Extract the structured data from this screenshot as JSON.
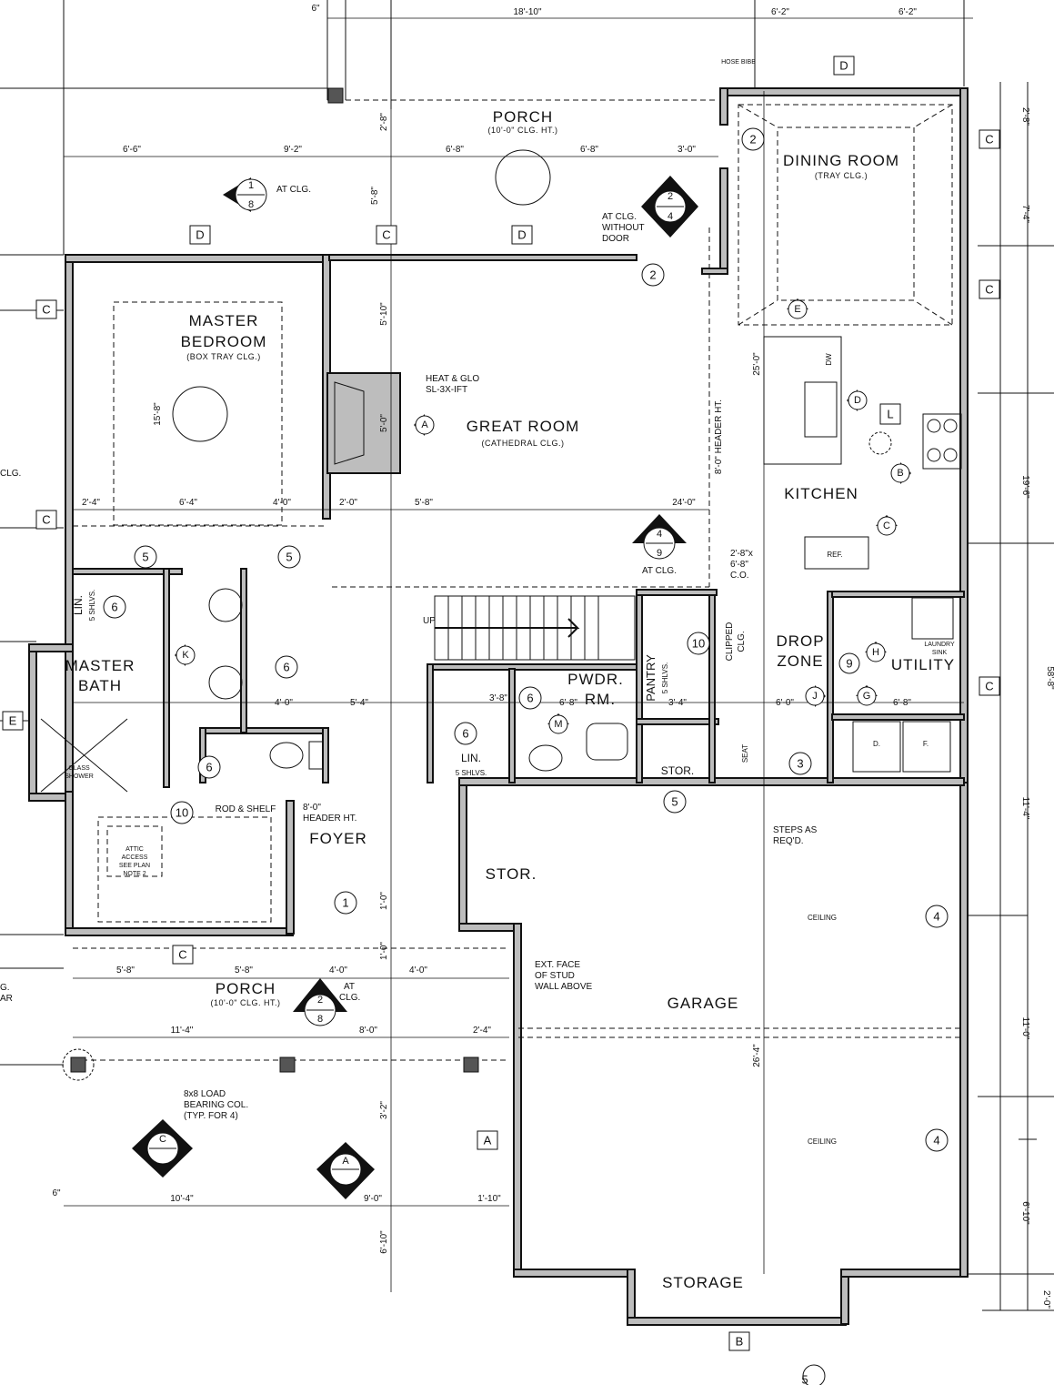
{
  "rooms": {
    "porch_top": "PORCH",
    "porch_top_sub": "(10'-0\" CLG. HT.)",
    "dining": "DINING ROOM",
    "dining_sub": "(TRAY CLG.)",
    "master_bedroom_1": "MASTER",
    "master_bedroom_2": "BEDROOM",
    "master_bedroom_sub": "(BOX TRAY CLG.)",
    "great_room": "GREAT ROOM",
    "great_room_sub": "(CATHEDRAL CLG.)",
    "kitchen": "KITCHEN",
    "master_bath_1": "MASTER",
    "master_bath_2": "BATH",
    "pwdr_1": "PWDR.",
    "pwdr_2": "RM.",
    "drop_zone_1": "DROP",
    "drop_zone_2": "ZONE",
    "utility": "UTILITY",
    "foyer": "FOYER",
    "stor_foyer": "STOR.",
    "garage": "GARAGE",
    "porch_bottom": "PORCH",
    "porch_bottom_sub": "(10'-0\" CLG. HT.)",
    "storage": "STORAGE",
    "stor_small": "STOR.",
    "pantry": "PANTRY",
    "pantry_sub": "5 SHLVS.",
    "lin_1": "LIN.",
    "lin_1_sub": "5 SHLVS.",
    "lin_2": "LIN.",
    "lin_2_sub": "5 SHLVS."
  },
  "notes": {
    "hose_bibb": "HOSE BIBB",
    "at_clg_1": "AT CLG.",
    "at_clg_without_door_1": "AT CLG.",
    "at_clg_without_door_2": "WITHOUT",
    "at_clg_without_door_3": "DOOR",
    "heat_glo_1": "HEAT & GLO",
    "heat_glo_2": "SL-3X-IFT",
    "header_ht_vertical": "8'-0\" HEADER HT.",
    "at_clg_2": "AT CLG.",
    "co_1": "2'-8\"x",
    "co_2": "6'-8\"",
    "co_3": "C.O.",
    "clipped_clg_1": "CLIPPED",
    "clipped_clg_2": "CLG.",
    "laundry_sink_1": "LAUNDRY",
    "laundry_sink_2": "SINK",
    "rod_shelf": "ROD & SHELF",
    "header_ht_1": "8'-0\"",
    "header_ht_2": "HEADER HT.",
    "attic_1": "ATTIC",
    "attic_2": "ACCESS",
    "attic_3": "SEE PLAN",
    "attic_4": "NOTE 2",
    "glass_shower_1": "GLASS",
    "glass_shower_2": "SHOWER",
    "steps_1": "STEPS AS",
    "steps_2": "REQ'D.",
    "ext_face_1": "EXT. FACE",
    "ext_face_2": "OF STUD",
    "ext_face_3": "WALL ABOVE",
    "at_clg_3": "AT",
    "at_clg_4": "CLG.",
    "ceiling_1": "CEILING",
    "ceiling_2": "CEILING",
    "load_col_1": "8x8 LOAD",
    "load_col_2": "BEARING COL.",
    "load_col_3": "(TYP. FOR 4)",
    "ref": "REF.",
    "dw": "DW",
    "up_1": "UP",
    "up_2": "UP",
    "seat": "SEAT",
    "washer": "D.",
    "dryer": "F.",
    "clg_left": "CLG.",
    "clg_left2": "G.",
    "clg_left3": "AR"
  },
  "dimensions": {
    "top_1": "18'-10\"",
    "top_2": "6'-2\"",
    "top_3": "6'-2\"",
    "top_6": "6\"",
    "row2_1": "6'-6\"",
    "row2_2": "9'-2\"",
    "row2_3": "6'-8\"",
    "row2_4": "6'-8\"",
    "row2_5": "3'-0\"",
    "v_2_8": "2'-8\"",
    "v_5_8": "5'-8\"",
    "v_5_10": "5'-10\"",
    "v_5_0": "5'-0\"",
    "v_15_8": "15'-8\"",
    "v_25_0": "25'-0\"",
    "mid_1": "2'-4\"",
    "mid_2": "6'-4\"",
    "mid_3": "4'-0\"",
    "mid_4": "2'-0\"",
    "mid_5": "5'-8\"",
    "mid_6": "24'-0\"",
    "co_dim": "2'-8\"x",
    "co_dim2": "6'-8\"",
    "co_dim3": "C.O.",
    "b1": "4'-0\"",
    "b2": "5'-4\"",
    "b3": "3'-8\"",
    "b4": "6'-8\"",
    "b5": "3'-4\"",
    "b6": "6'-0\"",
    "b7": "6'-8\"",
    "r_2_8": "2'-8\"",
    "r_7_4": "7'-4\"",
    "r_19_6": "19'-6\"",
    "r_58_8": "58'-8\"",
    "r_11_4": "11'-4\"",
    "r_11_0": "11'-0\"",
    "r_6_10": "6'-10\"",
    "r_2_0": "2'-0\"",
    "p1": "5'-8\"",
    "p2": "5'-8\"",
    "p3": "4'-0\"",
    "p4": "4'-0\"",
    "p5": "11'-4\"",
    "p6": "8'-0\"",
    "p7": "2'-4\"",
    "p8": "10'-4\"",
    "p9": "9'-0\"",
    "p10": "1'-10\"",
    "p11": "6\"",
    "g_26_4": "26'-4\"",
    "v_3_2": "3'-2\"",
    "v_6_10": "6'-10\"",
    "v_1_0": "1'-0\"",
    "v_1_0b": "1'-0\""
  },
  "tags": {
    "c": "C",
    "d": "D",
    "e": "E",
    "a": "A",
    "b": "B",
    "n1": "1",
    "n2": "2",
    "n3": "3",
    "n4": "4",
    "n5": "5",
    "n6": "6",
    "n8": "8",
    "n9": "9",
    "n10": "10",
    "h": "H",
    "j": "J",
    "k": "K",
    "l": "L",
    "m": "M",
    "g": "G"
  }
}
